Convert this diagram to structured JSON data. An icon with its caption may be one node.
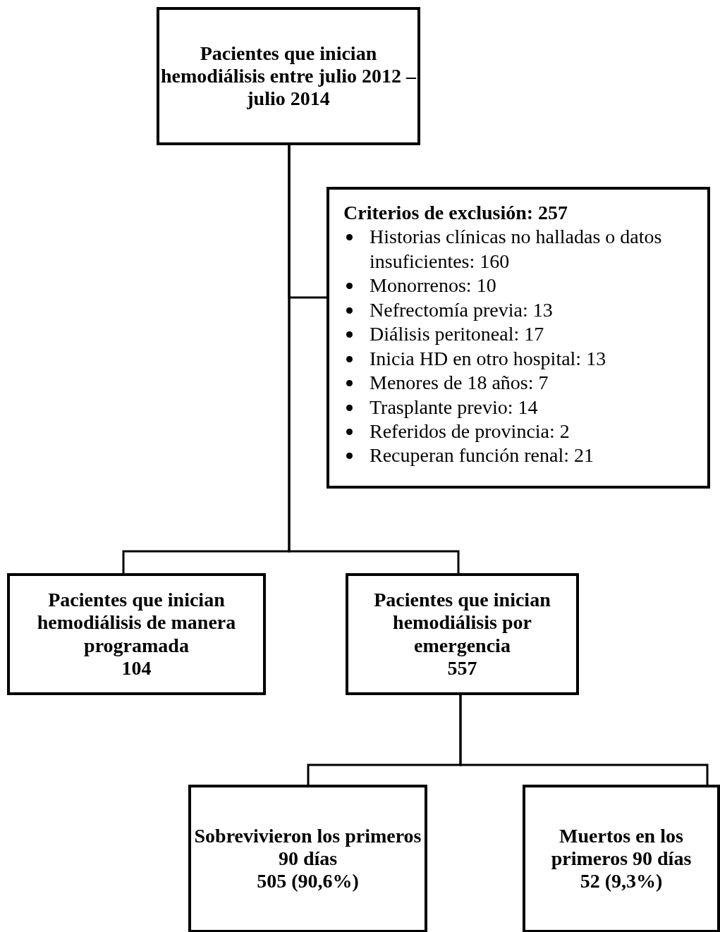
{
  "diagram": {
    "nodes": [
      {
        "text": [
          "Pacientes que inician hemodiálisis entre julio 2012 – julio 2014"
        ]
      },
      {
        "text": [
          "Criterios de exclusión: 257",
          "Historias clínicas no halladas o datos insuficientes: 160",
          "Monorrenos: 10",
          "Nefrectomía previa: 13",
          "Diálisis peritoneal: 17",
          "Inicia HD en otro hospital: 13",
          "Menores de 18 años: 7",
          "Trasplante previo: 14",
          "Referidos de provincia: 2",
          "Recuperan función renal: 21"
        ]
      },
      {
        "text": [
          "Pacientes que inician hemodiálisis de manera programada",
          "104"
        ]
      },
      {
        "text": [
          "Pacientes que inician hemodiálisis por emergencia",
          "557"
        ]
      },
      {
        "text": [
          "Sobrevivieron los primeros 90 días",
          "505 (90,6%)"
        ]
      },
      {
        "text": [
          "Muertos en los primeros 90 días",
          "52 (9,3%)"
        ]
      }
    ],
    "edges": [
      {
        "from": 0,
        "to": 1,
        "arrow": "none"
      },
      {
        "from": 0,
        "to": 2,
        "arrow": "none"
      },
      {
        "from": 0,
        "to": 3,
        "arrow": "none"
      },
      {
        "from": 3,
        "to": 4,
        "arrow": "none"
      },
      {
        "from": 3,
        "to": 5,
        "arrow": "none"
      }
    ]
  }
}
